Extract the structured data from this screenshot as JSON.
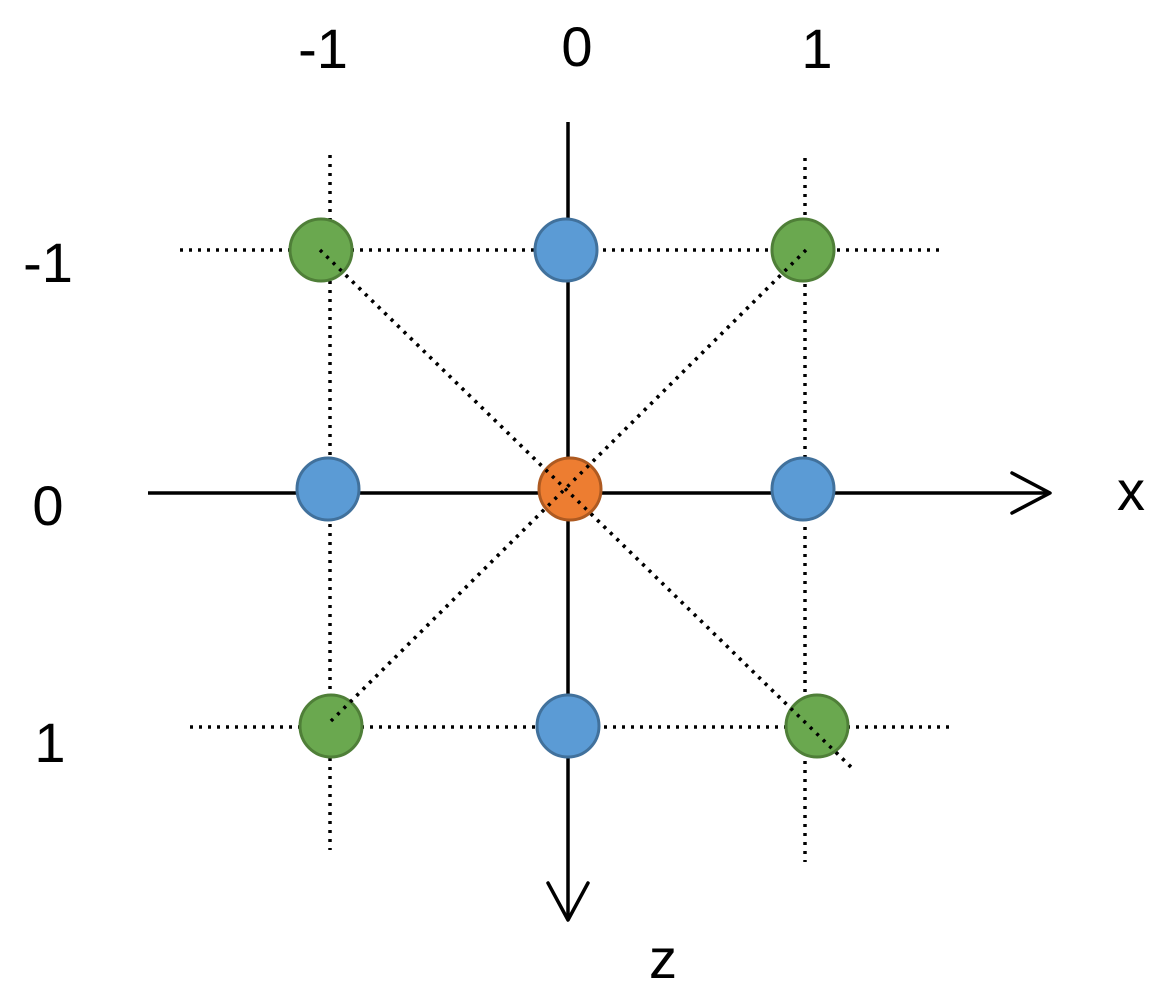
{
  "diagram": {
    "column_labels": [
      "-1",
      "0",
      "1"
    ],
    "row_labels": [
      "-1",
      "0",
      "1"
    ],
    "axis_x_label": "x",
    "axis_z_label": "z",
    "nodes": [
      {
        "col": -1,
        "row": -1,
        "kind": "diagonal",
        "color": "#6aa84f",
        "stroke": "#4f7f38"
      },
      {
        "col": 0,
        "row": -1,
        "kind": "axial",
        "color": "#5b9bd5",
        "stroke": "#41719c"
      },
      {
        "col": 1,
        "row": -1,
        "kind": "diagonal",
        "color": "#6aa84f",
        "stroke": "#4f7f38"
      },
      {
        "col": -1,
        "row": 0,
        "kind": "axial",
        "color": "#5b9bd5",
        "stroke": "#41719c"
      },
      {
        "col": 0,
        "row": 0,
        "kind": "center",
        "color": "#ed7d31",
        "stroke": "#ae5a21"
      },
      {
        "col": 1,
        "row": 0,
        "kind": "axial",
        "color": "#5b9bd5",
        "stroke": "#41719c"
      },
      {
        "col": -1,
        "row": 1,
        "kind": "diagonal",
        "color": "#6aa84f",
        "stroke": "#4f7f38"
      },
      {
        "col": 0,
        "row": 1,
        "kind": "axial",
        "color": "#5b9bd5",
        "stroke": "#41719c"
      },
      {
        "col": 1,
        "row": 1,
        "kind": "diagonal",
        "color": "#6aa84f",
        "stroke": "#4f7f38"
      }
    ]
  }
}
